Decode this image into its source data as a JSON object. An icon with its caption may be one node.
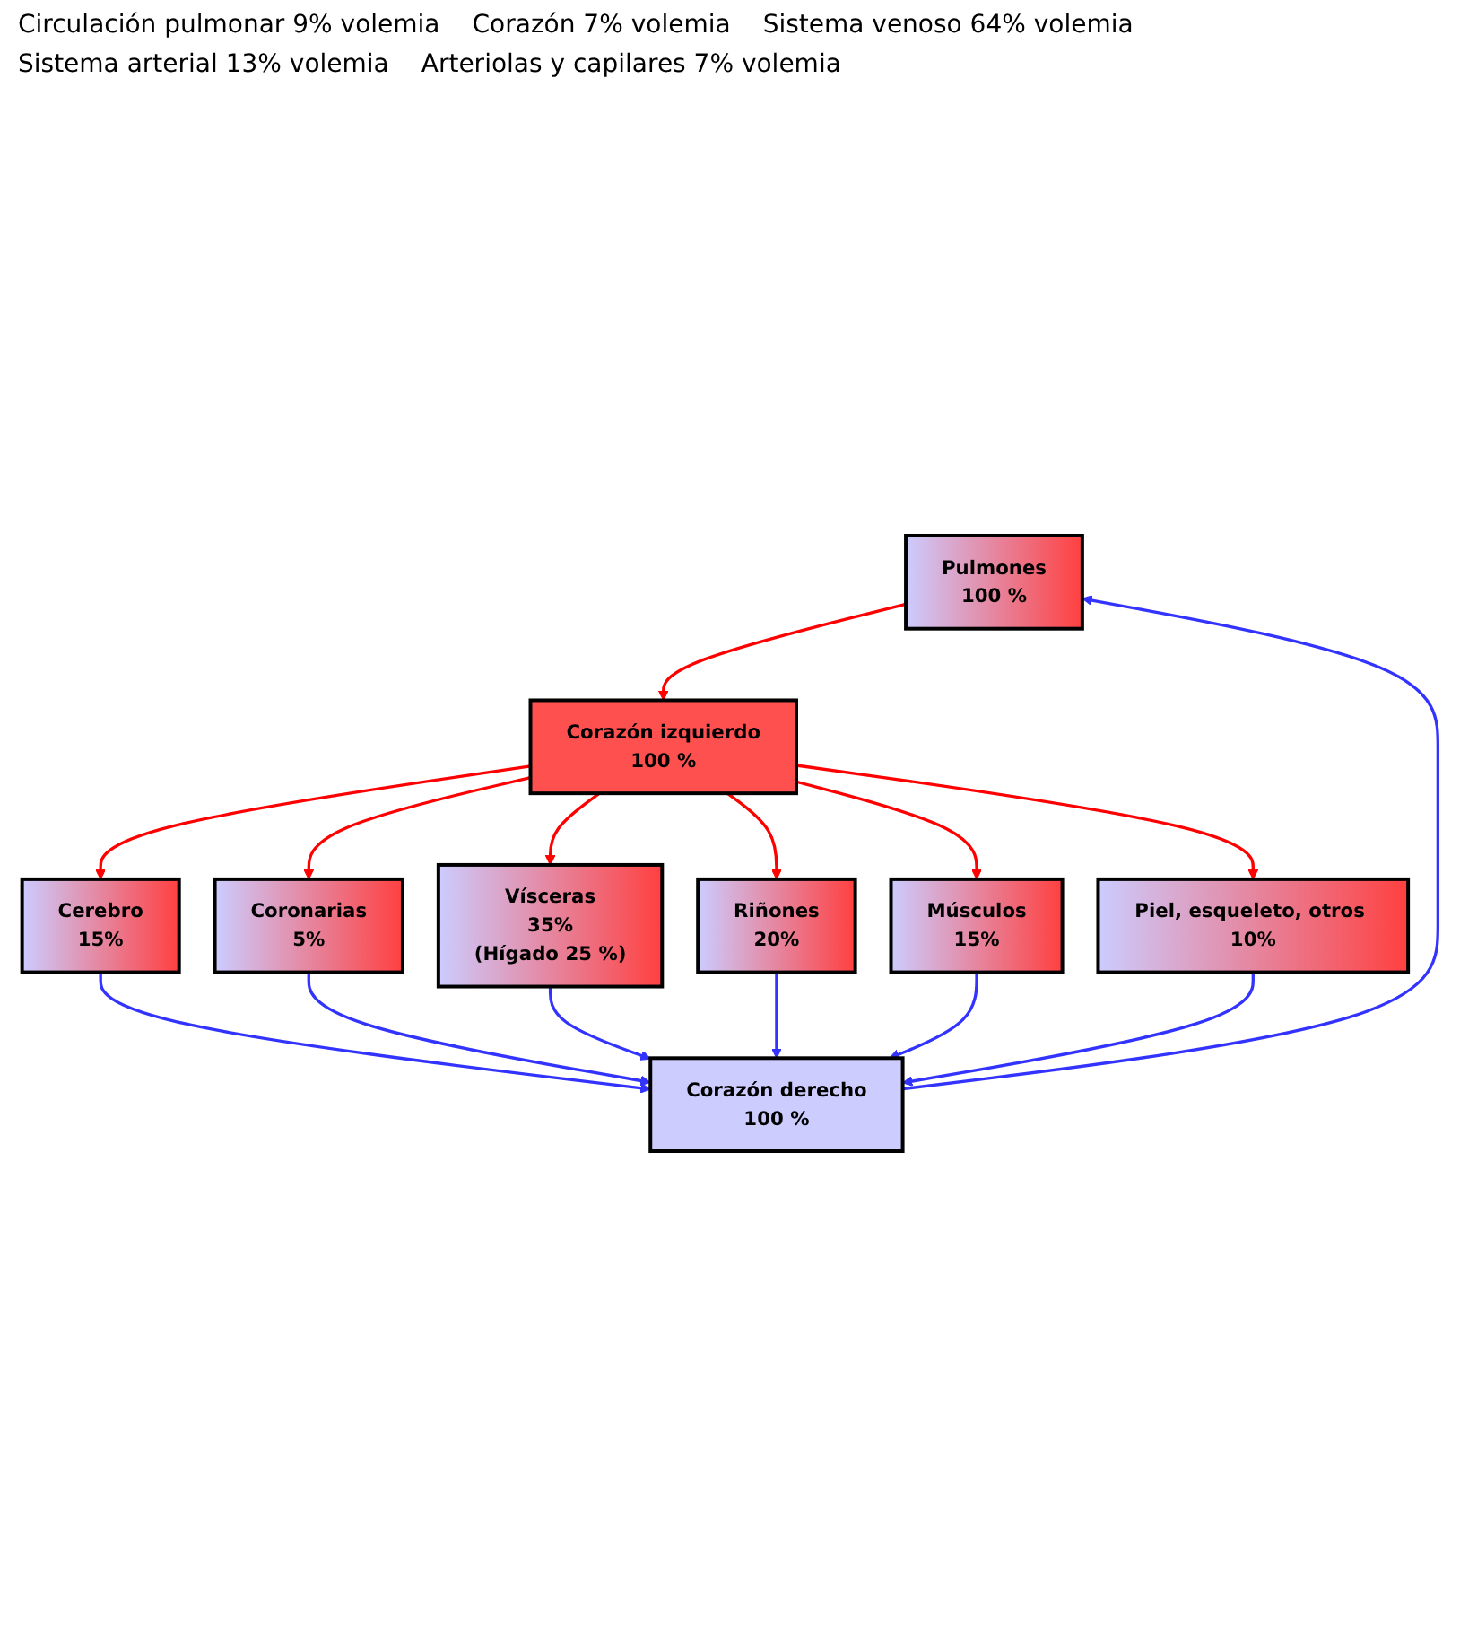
{
  "diagram": {
    "nodes": [
      {
        "text": [
          "Pulmones",
          "100 %"
        ]
      },
      {
        "text": [
          "Corazón derecho",
          "100 %"
        ]
      },
      {
        "text": [
          "Corazón izquierdo",
          "100 %"
        ]
      },
      {
        "text": [
          "Cerebro",
          "15%"
        ]
      },
      {
        "text": [
          "Coronarias",
          "5%"
        ]
      },
      {
        "text": [
          "Vísceras",
          "35%",
          "(Hígado 25 %)"
        ]
      },
      {
        "text": [
          "Riñones",
          "20%"
        ]
      },
      {
        "text": [
          "Músculos",
          "15%"
        ]
      },
      {
        "text": [
          "Piel, esqueleto, otros 10%"
        ]
      }
    ],
    "edges": [
      {
        "from": 1,
        "to": 0,
        "arrow": "to",
        "color": "#3333ff"
      },
      {
        "from": 0,
        "to": 2,
        "arrow": "to",
        "color": "#ff0000"
      },
      {
        "from": 2,
        "to": 3,
        "arrow": "to",
        "color": "#ff0000"
      },
      {
        "from": 2,
        "to": 4,
        "arrow": "to",
        "color": "#ff0000"
      },
      {
        "from": 2,
        "to": 5,
        "arrow": "to",
        "color": "#ff0000"
      },
      {
        "from": 2,
        "to": 6,
        "arrow": "to",
        "color": "#ff0000"
      },
      {
        "from": 2,
        "to": 7,
        "arrow": "to",
        "color": "#ff0000"
      },
      {
        "from": 2,
        "to": 8,
        "arrow": "to",
        "color": "#ff0000"
      },
      {
        "from": 3,
        "to": 1,
        "arrow": "to",
        "color": "#3333ff"
      },
      {
        "from": 4,
        "to": 1,
        "arrow": "to",
        "color": "#3333ff"
      },
      {
        "from": 5,
        "to": 1,
        "arrow": "to",
        "color": "#3333ff"
      },
      {
        "from": 6,
        "to": 1,
        "arrow": "to",
        "color": "#3333ff"
      },
      {
        "from": 7,
        "to": 1,
        "arrow": "to",
        "color": "#3333ff"
      },
      {
        "from": 8,
        "to": 1,
        "arrow": "to",
        "color": "#3333ff"
      }
    ],
    "labels": [
      "Circulación pulmonar 9% volemia",
      "Corazón 7% volemia",
      "Sistema venoso 64% volemia",
      "Sistema arterial 13% volemia",
      "Arteriolas y capilares 7% volemia"
    ]
  }
}
